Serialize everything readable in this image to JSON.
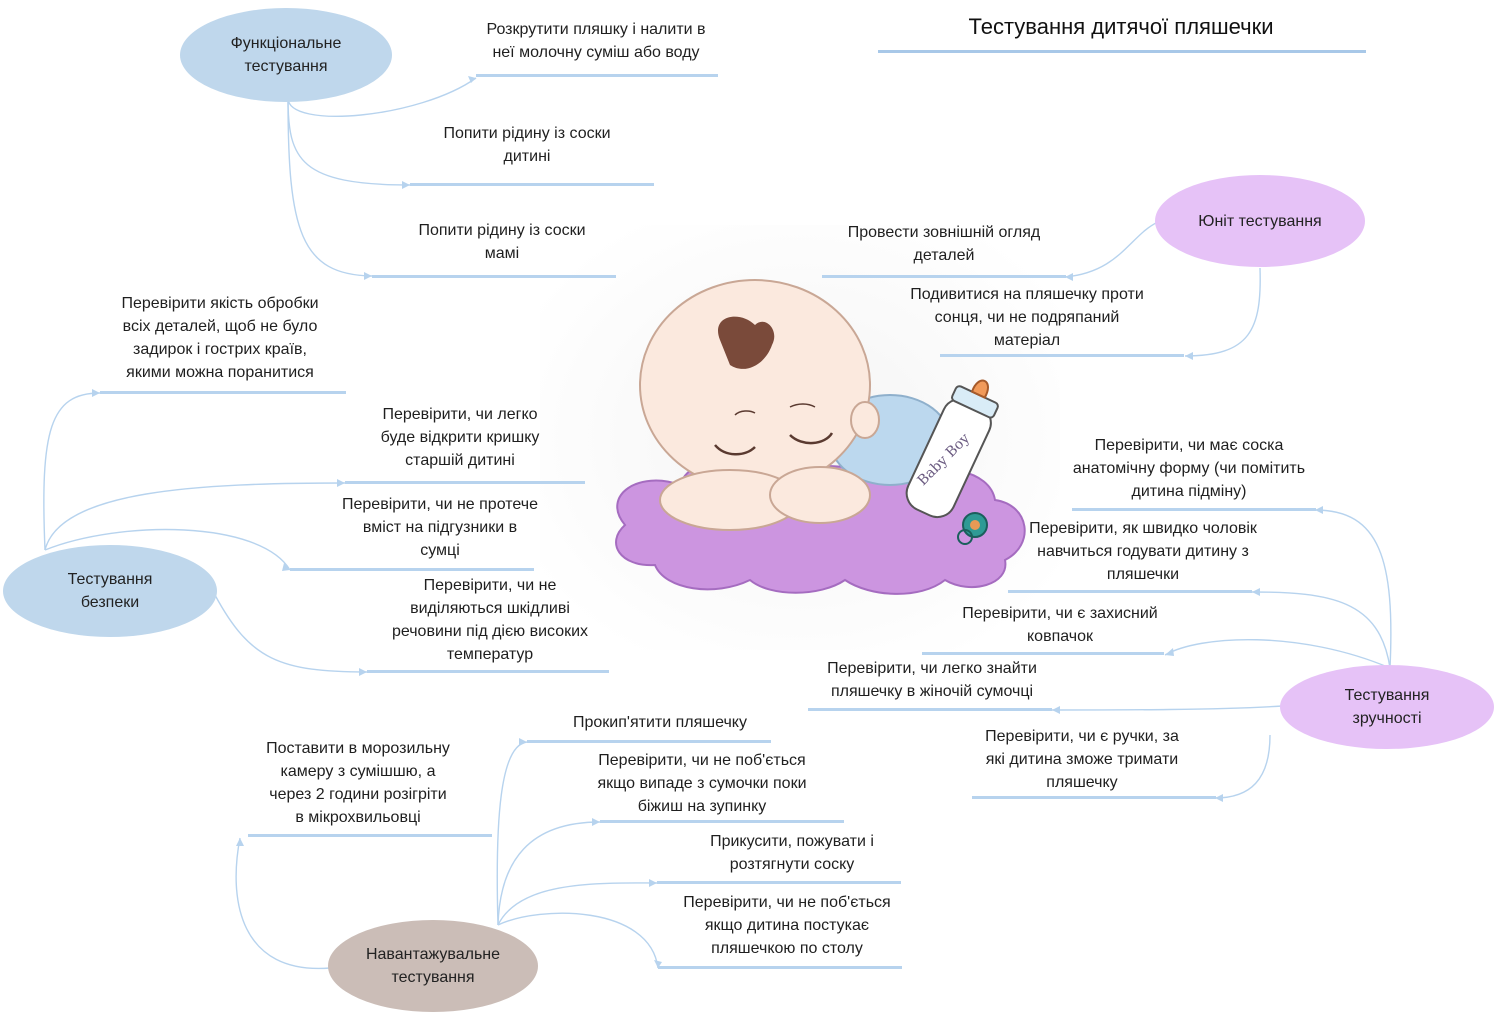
{
  "title": "Тестування дитячої пляшечки",
  "colors": {
    "functional": "#bfd7ec",
    "safety": "#bfd7ec",
    "unit": "#e6c2f7",
    "usability": "#e6c2f7",
    "load": "#cbbdb7",
    "connector": "#b7d3ee"
  },
  "illustration": {
    "bottle_text": "Baby Boy"
  },
  "branches": {
    "functional": {
      "label": "Функціональне\nтестування",
      "items": [
        "Розкрутити пляшку і налити в\nнеї молочну суміш або воду",
        "Попити рідину із соски\nдитині",
        "Попити рідину із соски\nмамі"
      ]
    },
    "safety": {
      "label": "Тестування\nбезпеки",
      "items": [
        "Перевірити якість обробки\nвсіх деталей, щоб не було\nзадирок і гострих країв,\nякими можна поранитися",
        "Перевірити, чи легко\nбуде відкрити кришку\nстаршій дитині",
        "Перевірити, чи не протече\nвміст на підгузники в\nсумці",
        "Перевірити, чи не\nвиділяються шкідливі\nречовини під дією високих\nтемператур"
      ]
    },
    "unit": {
      "label": "Юніт тестування",
      "items": [
        "Провести зовнішній огляд\nдеталей",
        "Подивитися на пляшечку проти\nсонця, чи не подряпаний\nматеріал"
      ]
    },
    "usability": {
      "label": "Тестування\nзручності",
      "items": [
        "Перевірити, чи має соска\nанатомічну форму (чи помітить\nдитина підміну)",
        "Перевірити, як швидко чоловік\nнавчиться годувати дитину з\nпляшечки",
        "Перевірити, чи є захисний\nковпачок",
        "Перевірити, чи легко знайти\nпляшечку в жіночій сумочці",
        "Перевірити, чи є ручки, за\nякі дитина зможе тримати\nпляшечку"
      ]
    },
    "load": {
      "label": "Навантажувальне\nтестування",
      "items": [
        "Поставити в морозильну\nкамеру з сумішшю, а\nчерез 2 години розігріти\nв мікрохвильовці",
        "Прокип'ятити пляшечку",
        "Перевірити, чи не поб'ється\nякщо випаде з сумочки поки\nбіжиш на зупинку",
        "Прикусити, пожувати і\nрозтягнути соску",
        "Перевірити, чи не поб'ється\nякщо дитина постукає\nпляшечкою по столу"
      ]
    }
  }
}
